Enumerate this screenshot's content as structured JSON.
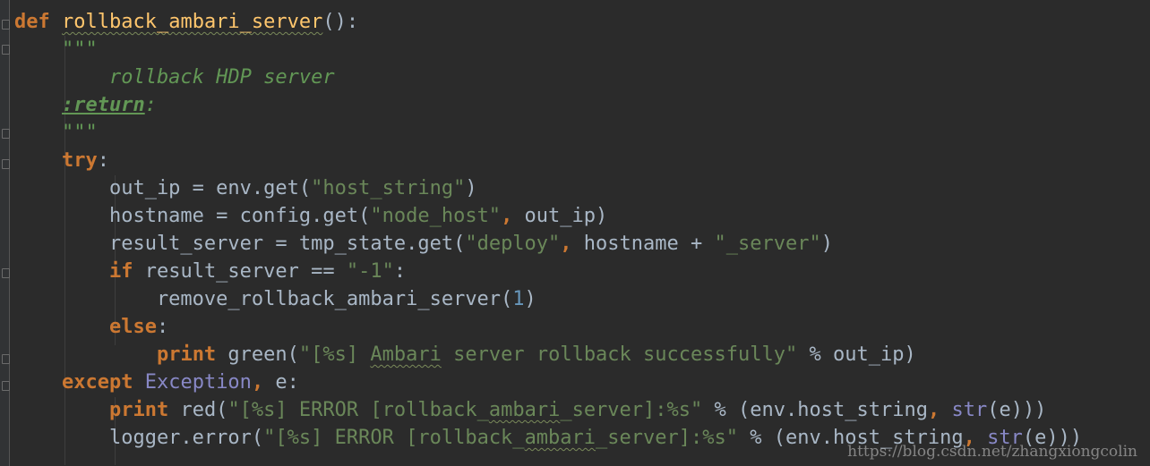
{
  "code": {
    "lines": [
      [
        {
          "c": "kw",
          "t": "def"
        },
        {
          "c": "",
          "t": " "
        },
        {
          "c": "fn wavy",
          "t": "rollback_ambari_server"
        },
        {
          "c": "",
          "t": "():"
        }
      ],
      [
        {
          "c": "doc",
          "t": "    \"\"\""
        }
      ],
      [
        {
          "c": "doc",
          "t": "        rollback HDP server"
        }
      ],
      [
        {
          "c": "",
          "t": "    "
        },
        {
          "c": "doctag",
          "t": ":return"
        },
        {
          "c": "doc",
          "t": ":"
        }
      ],
      [
        {
          "c": "doc",
          "t": "    \"\"\""
        }
      ],
      [
        {
          "c": "",
          "t": "    "
        },
        {
          "c": "kw",
          "t": "try"
        },
        {
          "c": "",
          "t": ":"
        }
      ],
      [
        {
          "c": "",
          "t": "        out_ip = env.get("
        },
        {
          "c": "str",
          "t": "\"host_string\""
        },
        {
          "c": "",
          "t": ")"
        }
      ],
      [
        {
          "c": "",
          "t": "        hostname = config.get("
        },
        {
          "c": "str",
          "t": "\"node_host\""
        },
        {
          "c": "kw",
          "t": ","
        },
        {
          "c": "",
          "t": " out_ip)"
        }
      ],
      [
        {
          "c": "",
          "t": "        result_server = tmp_state.get("
        },
        {
          "c": "str",
          "t": "\"deploy\""
        },
        {
          "c": "kw",
          "t": ","
        },
        {
          "c": "",
          "t": " hostname + "
        },
        {
          "c": "str",
          "t": "\"_server\""
        },
        {
          "c": "",
          "t": ")"
        }
      ],
      [
        {
          "c": "",
          "t": "        "
        },
        {
          "c": "kw",
          "t": "if"
        },
        {
          "c": "",
          "t": " result_server == "
        },
        {
          "c": "str",
          "t": "\"-1\""
        },
        {
          "c": "",
          "t": ":"
        }
      ],
      [
        {
          "c": "",
          "t": "            remove_rollback_ambari_server("
        },
        {
          "c": "num",
          "t": "1"
        },
        {
          "c": "",
          "t": ")"
        }
      ],
      [
        {
          "c": "",
          "t": "        "
        },
        {
          "c": "kw",
          "t": "else"
        },
        {
          "c": "",
          "t": ":"
        }
      ],
      [
        {
          "c": "",
          "t": "            "
        },
        {
          "c": "kw",
          "t": "print"
        },
        {
          "c": "",
          "t": " green("
        },
        {
          "c": "str",
          "t": "\"[%s] "
        },
        {
          "c": "str wavy",
          "t": "Ambari"
        },
        {
          "c": "str",
          "t": " server rollback successfully\""
        },
        {
          "c": "",
          "t": " % out_ip)"
        }
      ],
      [
        {
          "c": "",
          "t": "    "
        },
        {
          "c": "kw",
          "t": "except"
        },
        {
          "c": "",
          "t": " "
        },
        {
          "c": "bi",
          "t": "Exception"
        },
        {
          "c": "kw",
          "t": ","
        },
        {
          "c": "",
          "t": " e:"
        }
      ],
      [
        {
          "c": "",
          "t": "        "
        },
        {
          "c": "kw",
          "t": "print"
        },
        {
          "c": "",
          "t": " red("
        },
        {
          "c": "str",
          "t": "\"[%s] ERROR [rollback_"
        },
        {
          "c": "str wavy",
          "t": "ambari"
        },
        {
          "c": "str",
          "t": "_server]:%s\""
        },
        {
          "c": "",
          "t": " % (env.host_string"
        },
        {
          "c": "kw",
          "t": ","
        },
        {
          "c": "",
          "t": " "
        },
        {
          "c": "bi",
          "t": "str"
        },
        {
          "c": "",
          "t": "(e)))"
        }
      ],
      [
        {
          "c": "",
          "t": "        logger.error("
        },
        {
          "c": "str",
          "t": "\"[%s] ERROR [rollback_"
        },
        {
          "c": "str wavy",
          "t": "ambari"
        },
        {
          "c": "str",
          "t": "_server]:%s\""
        },
        {
          "c": "",
          "t": " % (env.host_string"
        },
        {
          "c": "kw",
          "t": ","
        },
        {
          "c": "",
          "t": " "
        },
        {
          "c": "bi",
          "t": "str"
        },
        {
          "c": "",
          "t": "(e)))"
        }
      ]
    ]
  },
  "watermark": "https://blog.csdn.net/zhangxiongcolin",
  "colors": {
    "background": "#2b2b2b",
    "keyword": "#cc7832",
    "string": "#6a8759",
    "docstring": "#629755",
    "number": "#6897bb",
    "builtin": "#8888c6",
    "function_name": "#ffc66d",
    "default_text": "#a9b7c6"
  }
}
